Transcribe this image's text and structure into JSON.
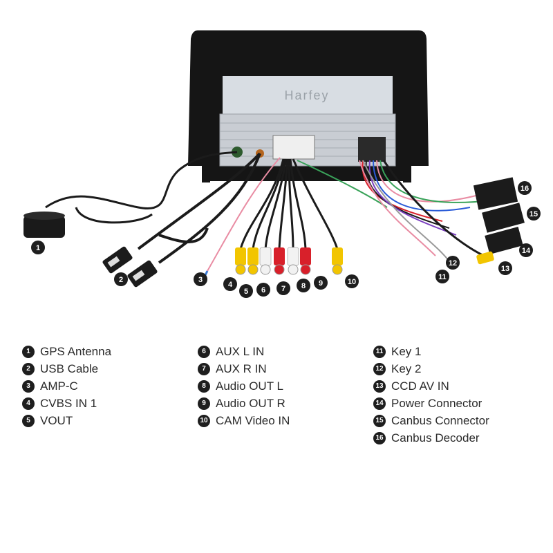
{
  "device": {
    "brand_watermark": "Harfey"
  },
  "callouts": [
    {
      "num": "1",
      "label": "GPS Antenna"
    },
    {
      "num": "2",
      "label": "USB Cable"
    },
    {
      "num": "3",
      "label": "AMP-C"
    },
    {
      "num": "4",
      "label": "CVBS IN 1"
    },
    {
      "num": "5",
      "label": "VOUT"
    },
    {
      "num": "6",
      "label": "AUX L IN"
    },
    {
      "num": "7",
      "label": "AUX R IN"
    },
    {
      "num": "8",
      "label": "Audio OUT L"
    },
    {
      "num": "9",
      "label": "Audio OUT R"
    },
    {
      "num": "10",
      "label": "CAM Video IN"
    },
    {
      "num": "11",
      "label": "Key 1"
    },
    {
      "num": "12",
      "label": "Key 2"
    },
    {
      "num": "13",
      "label": "CCD AV IN"
    },
    {
      "num": "14",
      "label": "Power Connector"
    },
    {
      "num": "15",
      "label": "Canbus Connector"
    },
    {
      "num": "16",
      "label": "Canbus Decoder"
    }
  ],
  "colors": {
    "rca_yellow": "#f2c500",
    "rca_red": "#d8202a",
    "rca_white": "#f2f2f2",
    "bezel": "#151515",
    "chassis": "#c9cdd3",
    "cable": "#1b1b1b"
  }
}
